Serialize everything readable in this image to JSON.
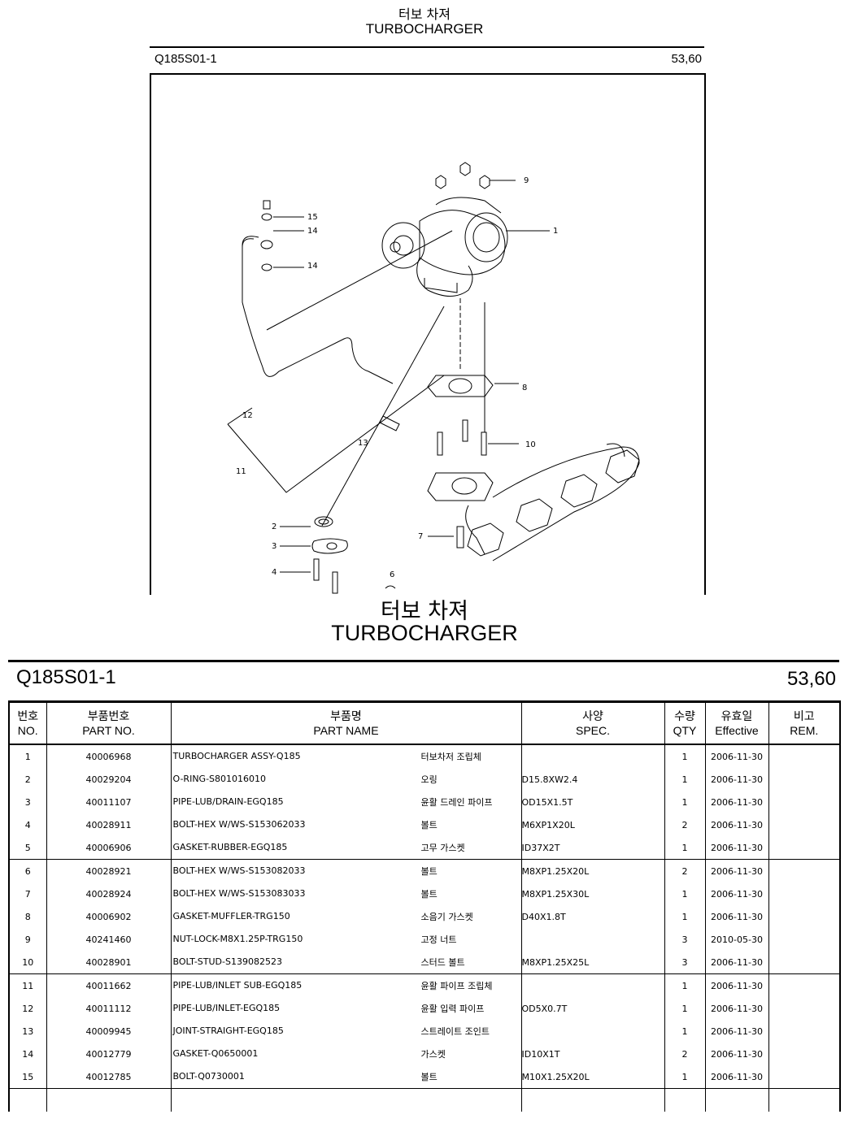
{
  "header": {
    "title_ko": "터보 차져",
    "title_en": "TURBOCHARGER",
    "code": "Q185S01-1",
    "page": "53,60"
  },
  "diagram": {
    "callouts": [
      "1",
      "2",
      "3",
      "4",
      "6",
      "7",
      "8",
      "9",
      "10",
      "11",
      "12",
      "13",
      "14",
      "14",
      "15"
    ]
  },
  "table": {
    "headers": {
      "no": {
        "ko": "번호",
        "en": "NO."
      },
      "part_no": {
        "ko": "부품번호",
        "en": "PART NO."
      },
      "part_name": {
        "ko": "부품명",
        "en": "PART NAME"
      },
      "spec": {
        "ko": "사양",
        "en": "SPEC."
      },
      "qty": {
        "ko": "수량",
        "en": "QTY"
      },
      "effective": {
        "ko": "유효일",
        "en": "Effective"
      },
      "rem": {
        "ko": "비고",
        "en": "REM."
      }
    },
    "rows": [
      {
        "no": "1",
        "part_no": "40006968",
        "name_en": "TURBOCHARGER ASSY-Q185",
        "name_ko": "터보차저 조립체",
        "spec": "",
        "qty": "1",
        "effective": "2006-11-30",
        "rem": ""
      },
      {
        "no": "2",
        "part_no": "40029204",
        "name_en": "O-RING-S801016010",
        "name_ko": "오링",
        "spec": "D15.8XW2.4",
        "qty": "1",
        "effective": "2006-11-30",
        "rem": ""
      },
      {
        "no": "3",
        "part_no": "40011107",
        "name_en": "PIPE-LUB/DRAIN-EGQ185",
        "name_ko": "윤활 드레인 파이프",
        "spec": "OD15X1.5T",
        "qty": "1",
        "effective": "2006-11-30",
        "rem": ""
      },
      {
        "no": "4",
        "part_no": "40028911",
        "name_en": "BOLT-HEX W/WS-S153062033",
        "name_ko": "볼트",
        "spec": "M6XP1X20L",
        "qty": "2",
        "effective": "2006-11-30",
        "rem": ""
      },
      {
        "no": "5",
        "part_no": "40006906",
        "name_en": "GASKET-RUBBER-EGQ185",
        "name_ko": "고무 가스켓",
        "spec": "ID37X2T",
        "qty": "1",
        "effective": "2006-11-30",
        "rem": ""
      },
      {
        "no": "6",
        "part_no": "40028921",
        "name_en": "BOLT-HEX W/WS-S153082033",
        "name_ko": "볼트",
        "spec": "M8XP1.25X20L",
        "qty": "2",
        "effective": "2006-11-30",
        "rem": ""
      },
      {
        "no": "7",
        "part_no": "40028924",
        "name_en": "BOLT-HEX W/WS-S153083033",
        "name_ko": "볼트",
        "spec": "M8XP1.25X30L",
        "qty": "1",
        "effective": "2006-11-30",
        "rem": ""
      },
      {
        "no": "8",
        "part_no": "40006902",
        "name_en": "GASKET-MUFFLER-TRG150",
        "name_ko": "소음기 가스켓",
        "spec": "D40X1.8T",
        "qty": "1",
        "effective": "2006-11-30",
        "rem": ""
      },
      {
        "no": "9",
        "part_no": "40241460",
        "name_en": "NUT-LOCK-M8X1.25P-TRG150",
        "name_ko": "고정 너트",
        "spec": "",
        "qty": "3",
        "effective": "2010-05-30",
        "rem": ""
      },
      {
        "no": "10",
        "part_no": "40028901",
        "name_en": "BOLT-STUD-S139082523",
        "name_ko": "스터드 볼트",
        "spec": "M8XP1.25X25L",
        "qty": "3",
        "effective": "2006-11-30",
        "rem": ""
      },
      {
        "no": "11",
        "part_no": "40011662",
        "name_en": "PIPE-LUB/INLET SUB-EGQ185",
        "name_ko": "윤활 파이프 조립체",
        "spec": "",
        "qty": "1",
        "effective": "2006-11-30",
        "rem": ""
      },
      {
        "no": "12",
        "part_no": "40011112",
        "name_en": "PIPE-LUB/INLET-EGQ185",
        "name_ko": "윤활 입력 파이프",
        "spec": "OD5X0.7T",
        "qty": "1",
        "effective": "2006-11-30",
        "rem": ""
      },
      {
        "no": "13",
        "part_no": "40009945",
        "name_en": "JOINT-STRAIGHT-EGQ185",
        "name_ko": "스트레이트 조인트",
        "spec": "",
        "qty": "1",
        "effective": "2006-11-30",
        "rem": ""
      },
      {
        "no": "14",
        "part_no": "40012779",
        "name_en": "GASKET-Q0650001",
        "name_ko": "가스켓",
        "spec": "ID10X1T",
        "qty": "2",
        "effective": "2006-11-30",
        "rem": ""
      },
      {
        "no": "15",
        "part_no": "40012785",
        "name_en": "BOLT-Q0730001",
        "name_ko": "볼트",
        "spec": "M10X1.25X20L",
        "qty": "1",
        "effective": "2006-11-30",
        "rem": ""
      }
    ]
  }
}
